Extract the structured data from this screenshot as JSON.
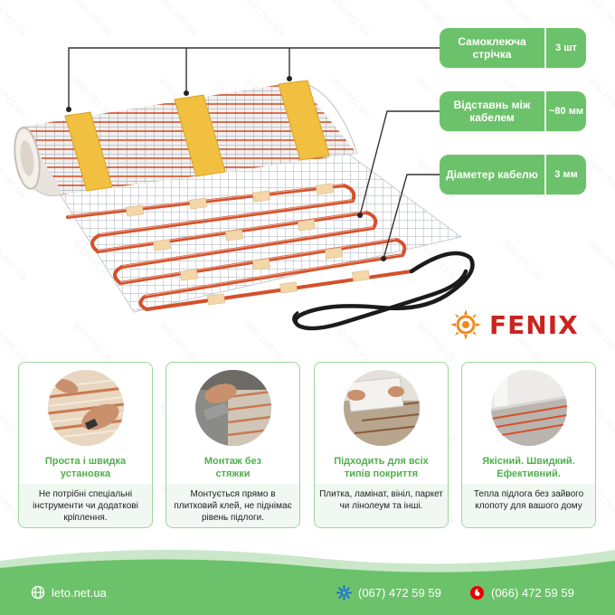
{
  "watermark": "leto.net.ua",
  "specs": [
    {
      "label": "Самоклеюча стрічка",
      "value": "3 шт"
    },
    {
      "label": "Відставнь між кабелем",
      "value": "~80 мм"
    },
    {
      "label": "Діаметер кабелю",
      "value": "3 мм"
    }
  ],
  "brand": {
    "name": "FENIX",
    "color": "#c9241f",
    "sun_color": "#f08a1d"
  },
  "features": [
    {
      "title": "Проста і швидка установка",
      "desc": "Не потрібні спеціальні інструменти чи додаткові кріплення."
    },
    {
      "title": "Монтаж без стяжки",
      "desc": "Монтується прямо в плитковий клей, не піднімає рівень підлоги."
    },
    {
      "title": "Підходить для всіх типів покриття",
      "desc": "Плитка, ламінат, вініл, паркет чи лінолеум та інші."
    },
    {
      "title": "Якісний. Швидкий. Ефективний.",
      "desc": "Тепла підлога без зайвого клопоту для вашого дому"
    }
  ],
  "footer": {
    "website": "leto.net.ua",
    "phone_kyivstar": "(067) 472 59 59",
    "phone_vodafone": "(066) 472 59 59"
  },
  "colors": {
    "accent": "#6cc26a",
    "accent_dark": "#4fb04d",
    "cable": "#d5502a"
  }
}
